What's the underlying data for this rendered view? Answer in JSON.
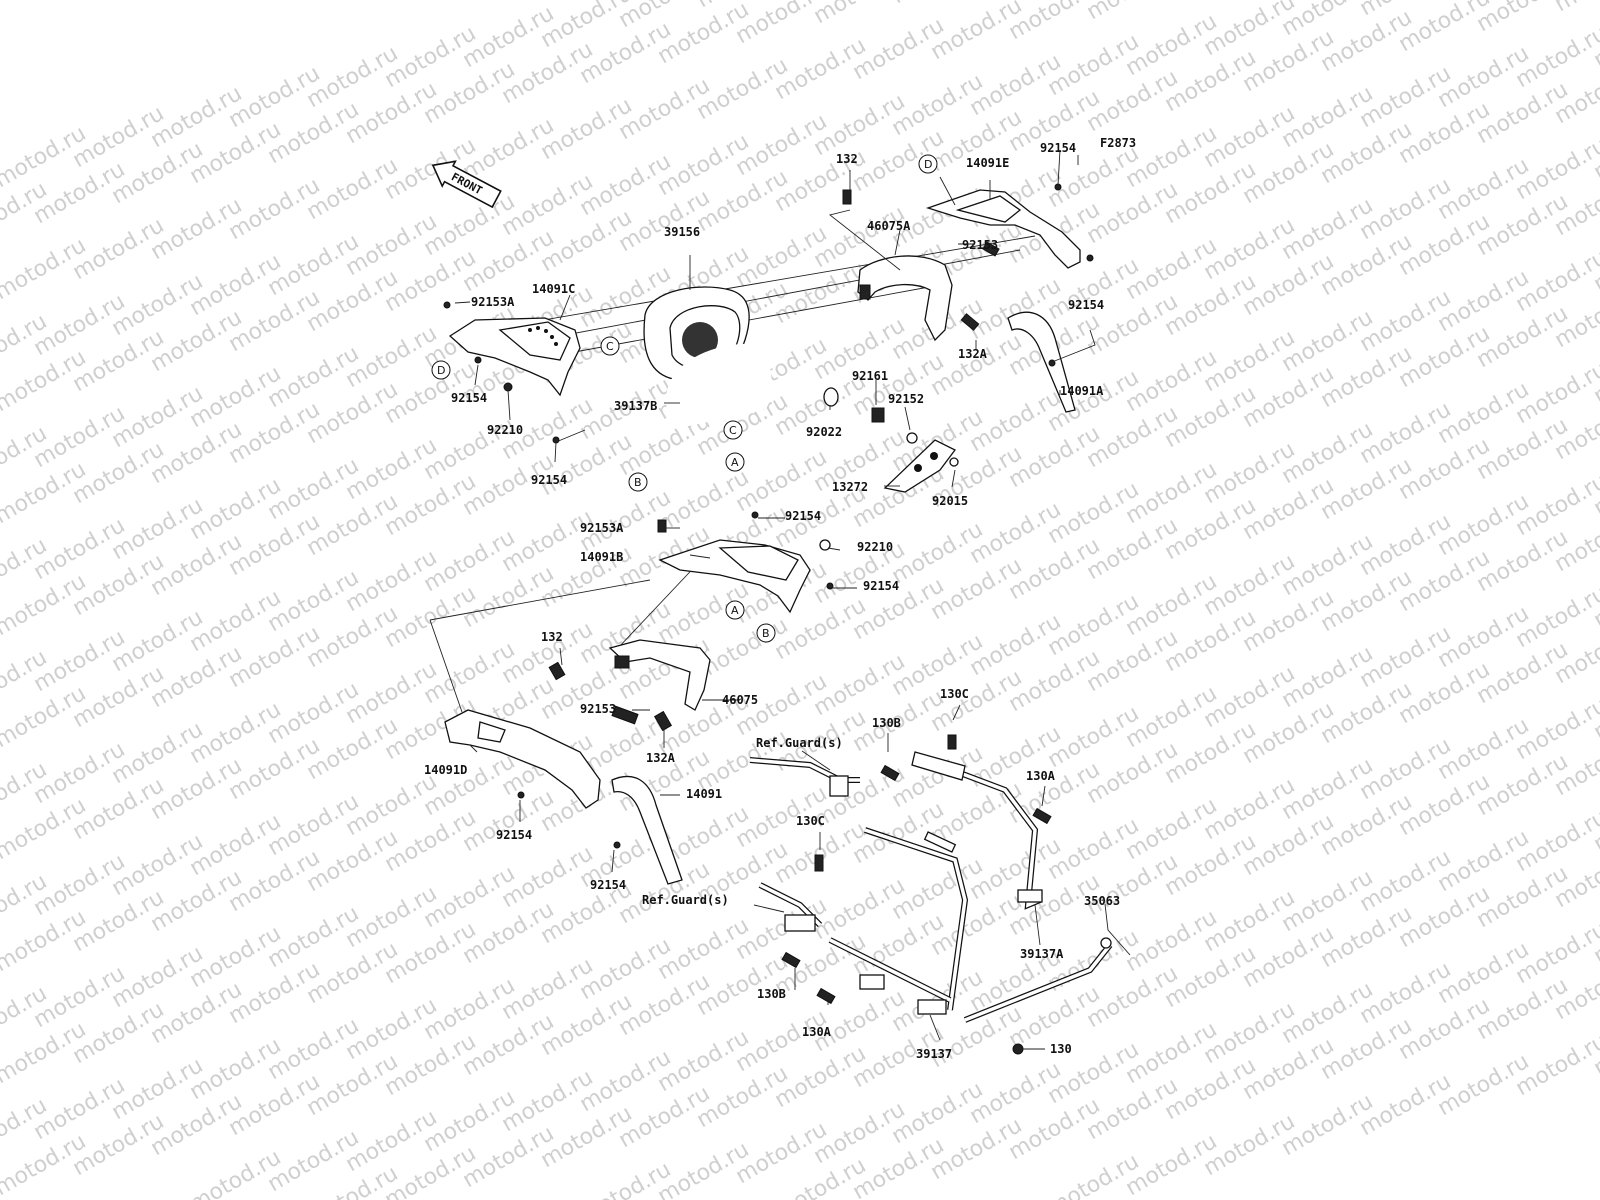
{
  "diagram": {
    "code": "F2873",
    "watermark": "motod.ru",
    "front_label": "FRONT",
    "labels": [
      {
        "id": "132_top",
        "text": "132"
      },
      {
        "id": "14091E",
        "text": "14091E"
      },
      {
        "id": "92154_tr",
        "text": "92154"
      },
      {
        "id": "46075A",
        "text": "46075A"
      },
      {
        "id": "92153_top",
        "text": "92153"
      },
      {
        "id": "39156",
        "text": "39156"
      },
      {
        "id": "92153A_top",
        "text": "92153A"
      },
      {
        "id": "14091C",
        "text": "14091C"
      },
      {
        "id": "92154_r",
        "text": "92154"
      },
      {
        "id": "132A_top",
        "text": "132A"
      },
      {
        "id": "14091A",
        "text": "14091A"
      },
      {
        "id": "92161",
        "text": "92161"
      },
      {
        "id": "92152",
        "text": "92152"
      },
      {
        "id": "92154_l",
        "text": "92154"
      },
      {
        "id": "92210_l",
        "text": "92210"
      },
      {
        "id": "39137B",
        "text": "39137B"
      },
      {
        "id": "92022",
        "text": "92022"
      },
      {
        "id": "92154_l2",
        "text": "92154"
      },
      {
        "id": "13272",
        "text": "13272"
      },
      {
        "id": "92015",
        "text": "92015"
      },
      {
        "id": "92153A_mid",
        "text": "92153A"
      },
      {
        "id": "92154_mid",
        "text": "92154"
      },
      {
        "id": "14091B",
        "text": "14091B"
      },
      {
        "id": "92210_mid",
        "text": "92210"
      },
      {
        "id": "92154_mid2",
        "text": "92154"
      },
      {
        "id": "132_mid",
        "text": "132"
      },
      {
        "id": "92153_mid",
        "text": "92153"
      },
      {
        "id": "46075",
        "text": "46075"
      },
      {
        "id": "132A_mid",
        "text": "132A"
      },
      {
        "id": "14091D",
        "text": "14091D"
      },
      {
        "id": "14091",
        "text": "14091"
      },
      {
        "id": "92154_bl",
        "text": "92154"
      },
      {
        "id": "92154_bl2",
        "text": "92154"
      },
      {
        "id": "130C_top",
        "text": "130C"
      },
      {
        "id": "130B_top",
        "text": "130B"
      },
      {
        "id": "ref_guard_1",
        "text": "Ref.Guard(s)"
      },
      {
        "id": "130A_r",
        "text": "130A"
      },
      {
        "id": "130C_mid",
        "text": "130C"
      },
      {
        "id": "35063",
        "text": "35063"
      },
      {
        "id": "ref_guard_2",
        "text": "Ref.Guard(s)"
      },
      {
        "id": "39137A",
        "text": "39137A"
      },
      {
        "id": "130B_bot",
        "text": "130B"
      },
      {
        "id": "130A_bot",
        "text": "130A"
      },
      {
        "id": "39137",
        "text": "39137"
      },
      {
        "id": "130",
        "text": "130"
      }
    ],
    "callouts": [
      {
        "id": "D_top",
        "text": "D"
      },
      {
        "id": "D_left",
        "text": "D"
      },
      {
        "id": "C_left",
        "text": "C"
      },
      {
        "id": "C_mid",
        "text": "C"
      },
      {
        "id": "B_top",
        "text": "B"
      },
      {
        "id": "A_top",
        "text": "A"
      },
      {
        "id": "A_mid",
        "text": "A"
      },
      {
        "id": "B_mid",
        "text": "B"
      }
    ]
  }
}
